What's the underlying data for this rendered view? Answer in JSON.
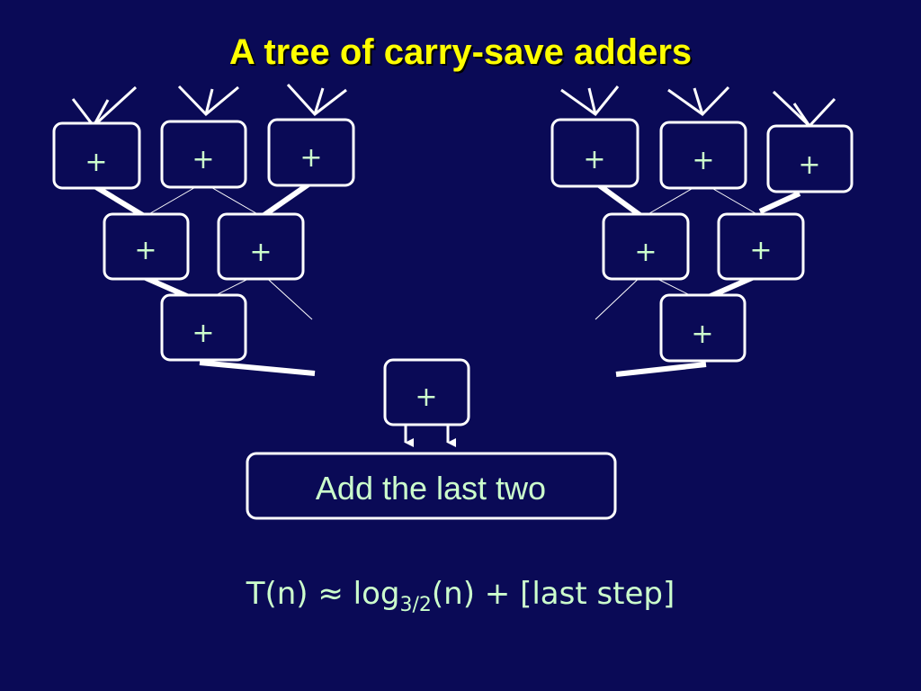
{
  "slide": {
    "title": "A tree of carry-save adders",
    "adder_label": "+",
    "final_box_label": "Add the last two",
    "formula": {
      "prefix": "T(n) ≈ log",
      "subscript": "3/2",
      "suffix": "(n) + [last step]"
    }
  },
  "colors": {
    "background": "#0a0a56",
    "title": "#ffff00",
    "text": "#ccffcc",
    "lines": "#ffffff"
  }
}
